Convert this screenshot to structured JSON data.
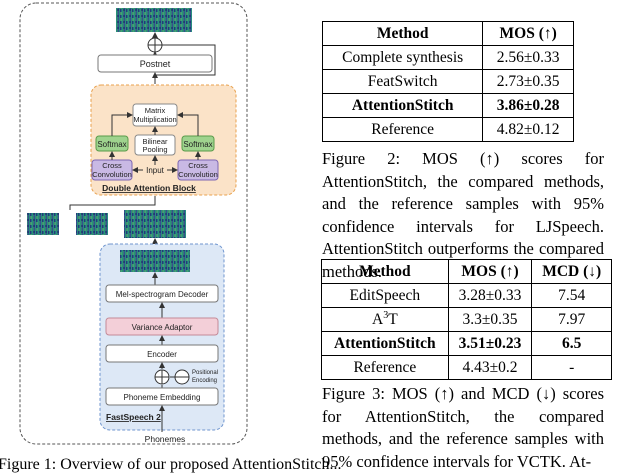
{
  "diagram": {
    "output_plus": "⊕",
    "postnet": "Postnet",
    "matrix_mult": "Matrix Multiplication",
    "bilinear": "Bilinear Pooling",
    "softmax_left": "Softmax",
    "softmax_right": "Softmax",
    "input": "Input",
    "cross_conv_left": "Cross Convolution",
    "cross_conv_right": "Cross Convolution",
    "double_attention_block": "Double Attention Block",
    "mel_decoder": "Mel-spectrogram Decoder",
    "variance_adaptor": "Variance Adaptor",
    "encoder": "Encoder",
    "positional_encoding": "Positional Encoding",
    "phoneme_embedding": "Phoneme Embedding",
    "fastspeech2": "FastSpeech 2",
    "phonemes": "Phonemes",
    "colors": {
      "dab_fill": "#fbe3c8",
      "dab_border": "#e8a14e",
      "fs2_fill": "#dde8f6",
      "fs2_border": "#6f95cf",
      "softmax": "#9fd38e",
      "crossconv": "#c9b9e4",
      "variance": "#f3cfd8"
    }
  },
  "table1": {
    "headers": [
      "Method",
      "MOS (↑)"
    ],
    "rows": [
      [
        "Complete synthesis",
        "2.56±0.33"
      ],
      [
        "FeatSwitch",
        "2.73±0.35"
      ],
      [
        "AttentionStitch",
        "3.86±0.28"
      ],
      [
        "Reference",
        "4.82±0.12"
      ]
    ],
    "best_row": 2
  },
  "caption2": "Figure 2: MOS (↑) scores for AttentionStitch, the compared methods, and the reference samples with 95% confidence intervals for LJSpeech. AttentionStitch outperforms the compared methods.",
  "table2": {
    "headers": [
      "Method",
      "MOS (↑)",
      "MCD (↓)"
    ],
    "rows": [
      [
        "EditSpeech",
        "3.28±0.33",
        "7.54"
      ],
      [
        "A3T",
        "3.3±0.35",
        "7.97"
      ],
      [
        "AttentionStitch",
        "3.51±0.23",
        "6.5"
      ],
      [
        "Reference",
        "4.43±0.2",
        "-"
      ]
    ],
    "best_row": 2
  },
  "caption3": "Figure 3: MOS (↑) and MCD (↓) scores for AttentionStitch, the compared methods, and the reference samples with 95% confidence intervals for VCTK. At-",
  "bottom_caption": "Figure 1: Overview of our proposed AttentionStitch..."
}
